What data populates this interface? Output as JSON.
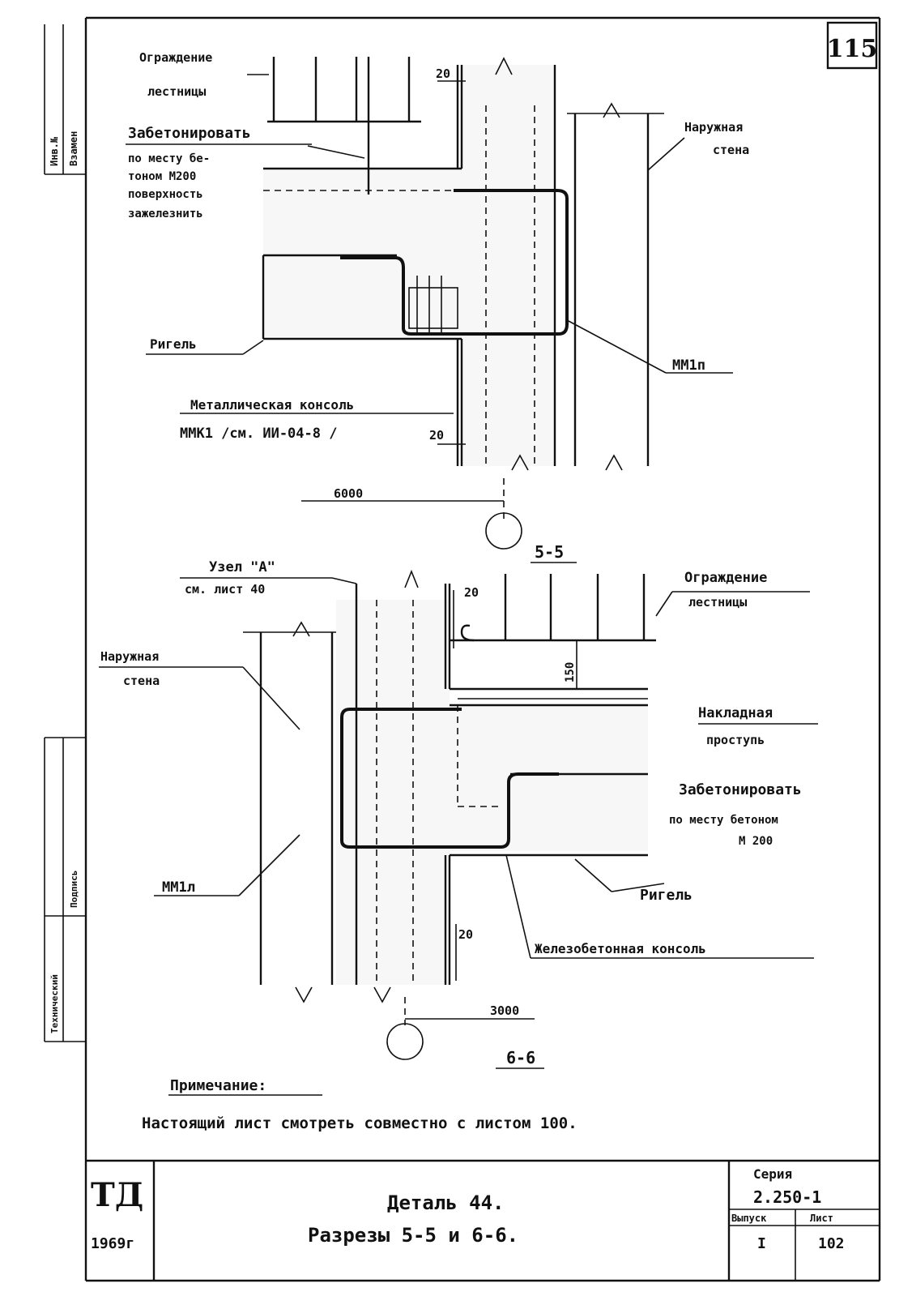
{
  "sheet": {
    "number": "115",
    "left_margin": [
      "Инв.№",
      "Взамен",
      "Технический",
      "Подпись"
    ],
    "stamp": "ТД",
    "year": "1969г"
  },
  "section_5_5": {
    "title": "5-5",
    "labels": {
      "railing": [
        "Ограждение",
        "лестницы"
      ],
      "concrete": [
        "Забетонировать",
        "по месту бе-",
        "тоном М200",
        "поверхность",
        "зажелезнить"
      ],
      "outer_wall": [
        "Наружная",
        "стена"
      ],
      "beam": "Ригель",
      "mm": "ММ1п",
      "console": [
        "Металлическая консоль",
        "ММК1 /см. ИИ-04-8 /"
      ],
      "dim_20_top": "20",
      "dim_20_bottom": "20",
      "dim_6000": "6000"
    }
  },
  "section_6_6": {
    "title": "6-6",
    "labels": {
      "node": [
        "Узел \"А\"",
        "см. лист 40"
      ],
      "outer_wall": [
        "Наружная",
        "стена"
      ],
      "railing": [
        "Ограждение",
        "лестницы"
      ],
      "dim_20_top": "20",
      "dim_150": "150",
      "overlay": [
        "Накладная",
        "проступь"
      ],
      "concrete": [
        "Забетонировать",
        "по месту бетоном",
        "М 200"
      ],
      "beam": "Ригель",
      "mm": "ММ1л",
      "dim_20_bottom": "20",
      "console": "Железобетонная консоль",
      "dim_3000": "3000"
    }
  },
  "note": {
    "title": "Примечание:",
    "text": "Настоящий лист смотреть совместно с листом 100."
  },
  "titleblock": {
    "title": "Деталь 44.",
    "subtitle": "Разрезы 5-5 и 6-6.",
    "series_label": "Серия",
    "series": "2.250-1",
    "issue_label": "Выпуск",
    "issue": "I",
    "sheet_label": "Лист",
    "sheet": "102"
  }
}
